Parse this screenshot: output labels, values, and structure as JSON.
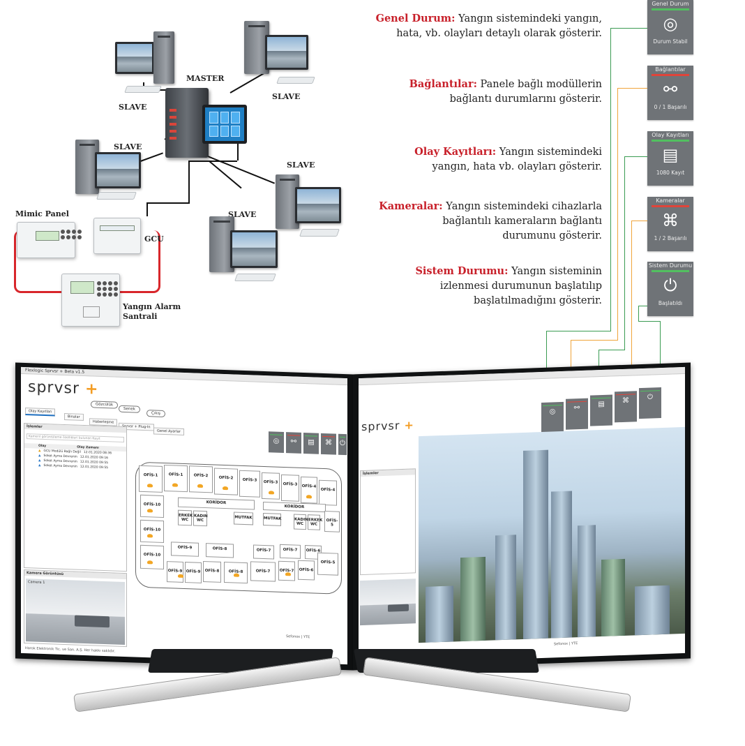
{
  "diagram": {
    "master": "MASTER",
    "slave": "SLAVE",
    "mimic_panel": "Mimic Panel",
    "gcu": "GCU",
    "fire_alarm_line1": "Yangın Alarm",
    "fire_alarm_line2": "Santrali"
  },
  "legend": [
    {
      "term": "Genel Durum:",
      "line1": "Yangın sistemindeki yangın,",
      "line2": "hata, vb. olayları detaylı olarak gösterir."
    },
    {
      "term": "Bağlantılar:",
      "line1": "Panele bağlı modüllerin",
      "line2": "bağlantı durumlarını gösterir."
    },
    {
      "term": "Olay Kayıtları:",
      "line1": "Yangın sistemindeki",
      "line2": "yangın, hata vb. olayları gösterir."
    },
    {
      "term": "Kameralar:",
      "line1": "Yangın sistemindeki cihazlarla",
      "line2": "bağlantılı kameraların bağlantı",
      "line3": "durumunu gösterir."
    },
    {
      "term": "Sistem Durumu:",
      "line1": "Yangın sisteminin",
      "line2": "izlenmesi durumunun başlatılıp",
      "line3": "başlatılmadığını gösterir."
    }
  ],
  "tiles": [
    {
      "header": "Genel Durum",
      "footer": "Durum Stabil",
      "icon": "radar-icon",
      "bar": "#52c060"
    },
    {
      "header": "Bağlantılar",
      "footer": "0 / 1 Başarılı",
      "icon": "connection-icon",
      "bar": "#e0443a"
    },
    {
      "header": "Olay Kayıtları",
      "footer": "1080 Kayıt",
      "icon": "document-icon",
      "bar": "#52c060"
    },
    {
      "header": "Kameralar",
      "footer": "1 / 2 Başarılı",
      "icon": "camera-icon",
      "bar": "#e0443a"
    },
    {
      "header": "Sistem Durumu",
      "footer": "Başlatıldı",
      "icon": "power-icon",
      "bar": "#52c060"
    }
  ],
  "left_app": {
    "title": "Flexlogic Sprvsr + Beta v1.5",
    "brand": "sprvsr",
    "plus": "+",
    "pills": [
      "Gözcülük",
      "Senek",
      "Çıkış"
    ],
    "tabs": [
      "Olay Kayıtları",
      "Binalar",
      "Haberleşme",
      "Sprvsr + Plug-In",
      "Genel Ayarlar"
    ],
    "list_title": "İşlemler",
    "search_placeholder": "Kamerıl görüntüleme özellikleri bulunan Kayıt",
    "columns": [
      "Olay",
      "Olay Zamanı"
    ],
    "rows": [
      {
        "event": "GCU Modülü Bağlı Değil",
        "time": "12.01.2020 08:36",
        "kind": "warn"
      },
      {
        "event": "Soket Ayma Devrenin",
        "time": "12.01.2020 09:16",
        "kind": "info"
      },
      {
        "event": "Soket Ayma Devrenin",
        "time": "12.01.2020 09:55",
        "kind": "info"
      },
      {
        "event": "Soket Ayma Devrenin",
        "time": "12.01.2020 09:55",
        "kind": "info"
      }
    ],
    "camera_title": "Kamera Görüntüsü",
    "camera_label": "Camera 1",
    "footer": "Harok Elektronik Tic. ve San. A.Ş. Her hakkı saklıdır.",
    "floor_rooms": [
      "OFİS-1",
      "OFİS-1",
      "OFİS-2",
      "OFİS-2",
      "OFİS-3",
      "OFİS-3",
      "OFİS-3",
      "OFİS-4",
      "OFİS-4",
      "OFİS-10",
      "KORİDOR",
      "ERKEK WC",
      "KADIN WC",
      "MUTFAK",
      "KORİDOR",
      "MUTFAK",
      "KADIN WC",
      "ERKEK WC",
      "OFİS-5",
      "OFİS-10",
      "OFİS-9",
      "OFİS-8",
      "OFİS-7",
      "OFİS-7",
      "OFİS-6",
      "OFİS-10",
      "OFİS-9",
      "OFİS-9",
      "OFİS-8",
      "OFİS-8",
      "OFİS-7",
      "OFİS-7",
      "OFİS-6",
      "OFİS-5"
    ],
    "status": "Sefonox | YTE"
  },
  "right_app": {
    "brand": "sprvsr",
    "status": "Sefonox | YTE"
  }
}
